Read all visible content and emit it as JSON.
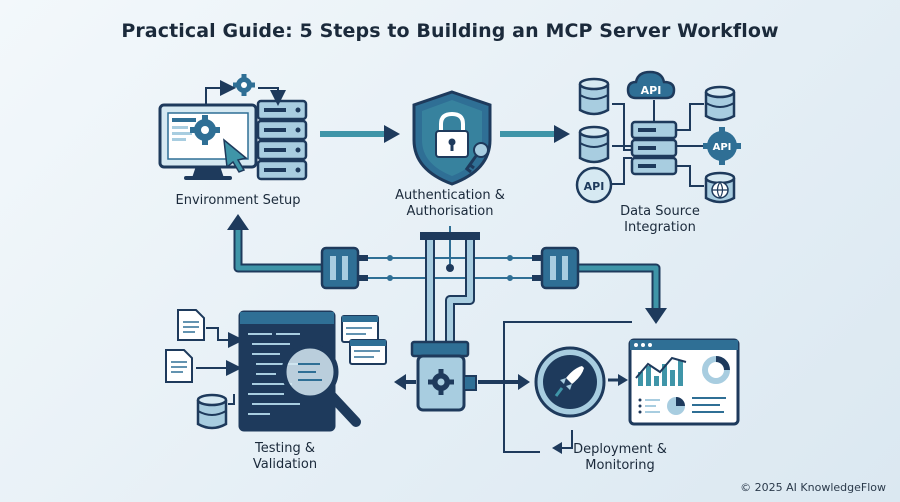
{
  "title": "Practical Guide: 5 Steps to Building an MCP Server Workflow",
  "steps": {
    "environment_setup": "Environment Setup",
    "authentication_line1": "Authentication &",
    "authentication_line2": "Authorisation",
    "data_source_line1": "Data Source",
    "data_source_line2": "Integration",
    "testing_line1": "Testing &",
    "testing_line2": "Validation",
    "deployment_line1": "Deployment &",
    "deployment_line2": "Monitoring"
  },
  "api_badges": {
    "cloud": "API",
    "right": "API",
    "left": "API"
  },
  "copyright": "© 2025 AI KnowledgeFlow",
  "colors": {
    "dark": "#1e3a5c",
    "mid": "#2f6f95",
    "teal": "#3f95a8",
    "light": "#a8cde0",
    "pale": "#d6e9f2"
  }
}
